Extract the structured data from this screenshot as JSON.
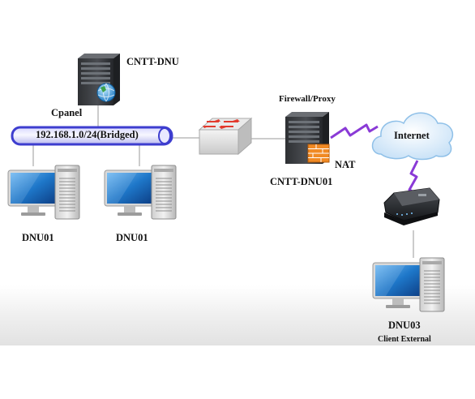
{
  "diagram": {
    "nodes": {
      "cpanel_server": {
        "title": "CNTT-DNU",
        "sub_label": "Cpanel",
        "icon": "server-globe-icon"
      },
      "bus": {
        "label": "192.168.1.0/24(Bridged)",
        "color": "#3d3dcf"
      },
      "switch": {
        "icon": "switch-icon"
      },
      "firewall_server": {
        "top_label": "Firewall/Proxy",
        "name": "CNTT-DNU01",
        "side_label": "NAT",
        "icon": "server-firewall-icon"
      },
      "internet": {
        "label": "Internet",
        "icon": "cloud-icon"
      },
      "modem": {
        "icon": "modem-icon"
      },
      "pc_left": {
        "label": "DNU01",
        "icon": "desktop-computer-icon"
      },
      "pc_middle": {
        "label": "DNU01",
        "icon": "desktop-computer-icon"
      },
      "pc_client": {
        "label": "DNU03",
        "sub_label": "Client External",
        "icon": "desktop-computer-icon"
      }
    },
    "colors": {
      "wan_link": "#8a3ad6",
      "cloud": "#d6ebfa",
      "screen": "#1e77c9",
      "firewall": "#f08a24"
    }
  }
}
